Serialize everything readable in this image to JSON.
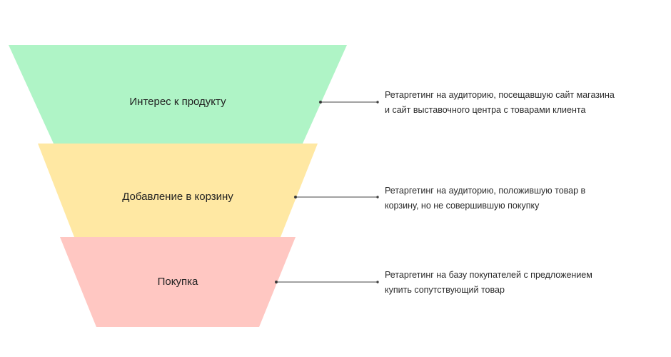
{
  "stages": [
    {
      "label": "Интерес к продукту",
      "color": "#aff4c6",
      "description_lines": [
        "Ретаргетинг на аудиторию, посещавшую сайт магазина",
        "и сайт выставочного центра с товарами клиента"
      ]
    },
    {
      "label": "Добавление в корзину",
      "color": "#ffe8a3",
      "description_lines": [
        "Ретаргетинг на аудиторию, положившую товар в",
        "корзину, но не совершившую покупку"
      ]
    },
    {
      "label": "Покупка",
      "color": "#ffc7c2",
      "description_lines": [
        "Ретаргетинг на базу покупателей с предложением",
        "купить сопутствующий товар"
      ]
    }
  ]
}
